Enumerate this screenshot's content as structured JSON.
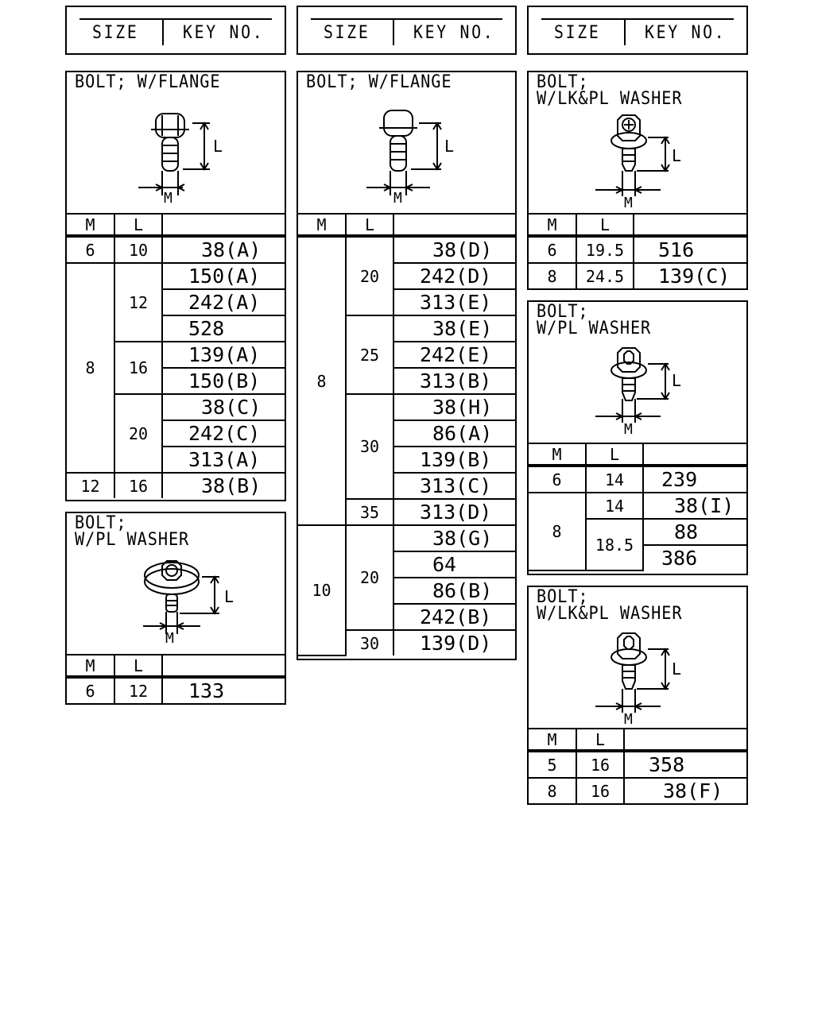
{
  "headers": [
    {
      "size": "SIZE",
      "key": "KEY NO."
    },
    {
      "size": "SIZE",
      "key": "KEY NO."
    },
    {
      "size": "SIZE",
      "key": "KEY NO."
    }
  ],
  "col_m": "M",
  "col_l": "L",
  "dim_l": "L",
  "dim_m": "M",
  "panels": {
    "p1": {
      "title": "BOLT; W/FLANGE",
      "rows": [
        {
          "m": "6",
          "l": "10",
          "key": "38(A)"
        },
        {
          "m": "8",
          "l": "12",
          "key": "150(A)"
        },
        {
          "key": "242(A)"
        },
        {
          "key": "528"
        },
        {
          "l": "16",
          "key": "139(A)"
        },
        {
          "key": "150(B)"
        },
        {
          "l": "20",
          "key": "38(C)"
        },
        {
          "key": "242(C)"
        },
        {
          "key": "313(A)"
        },
        {
          "m": "12",
          "l": "16",
          "key": "38(B)"
        }
      ]
    },
    "p2": {
      "title": "BOLT;\nW/PL WASHER",
      "rows": [
        {
          "m": "6",
          "l": "12",
          "key": "133"
        }
      ]
    },
    "p3": {
      "title": "BOLT; W/FLANGE",
      "rows": [
        {
          "m": "8",
          "l": "20",
          "key": "38(D)"
        },
        {
          "key": "242(D)"
        },
        {
          "key": "313(E)"
        },
        {
          "l": "25",
          "key": "38(E)"
        },
        {
          "key": "242(E)"
        },
        {
          "key": "313(B)"
        },
        {
          "l": "30",
          "key": "38(H)"
        },
        {
          "key": "86(A)"
        },
        {
          "key": "139(B)"
        },
        {
          "key": "313(C)"
        },
        {
          "l": "35",
          "key": "313(D)"
        },
        {
          "m": "10",
          "l": "20",
          "key": "38(G)"
        },
        {
          "key": "64"
        },
        {
          "key": "86(B)"
        },
        {
          "key": "242(B)"
        },
        {
          "l": "30",
          "key": "139(D)"
        }
      ]
    },
    "p4": {
      "title": "BOLT;\nW/LK&PL WASHER",
      "rows": [
        {
          "m": "6",
          "l": "19.5",
          "key": "516"
        },
        {
          "m": "8",
          "l": "24.5",
          "key": "139(C)"
        }
      ]
    },
    "p5": {
      "title": "BOLT;\nW/PL WASHER",
      "rows": [
        {
          "m": "6",
          "l": "14",
          "key": "239"
        },
        {
          "m": "8",
          "l": "14",
          "key": "38(I)"
        },
        {
          "l": "18.5",
          "key": "88"
        },
        {
          "key": "386"
        }
      ]
    },
    "p6": {
      "title": "BOLT;\nW/LK&PL WASHER",
      "rows": [
        {
          "m": "5",
          "l": "16",
          "key": "358"
        },
        {
          "m": "8",
          "l": "16",
          "key": "38(F)"
        }
      ]
    }
  }
}
